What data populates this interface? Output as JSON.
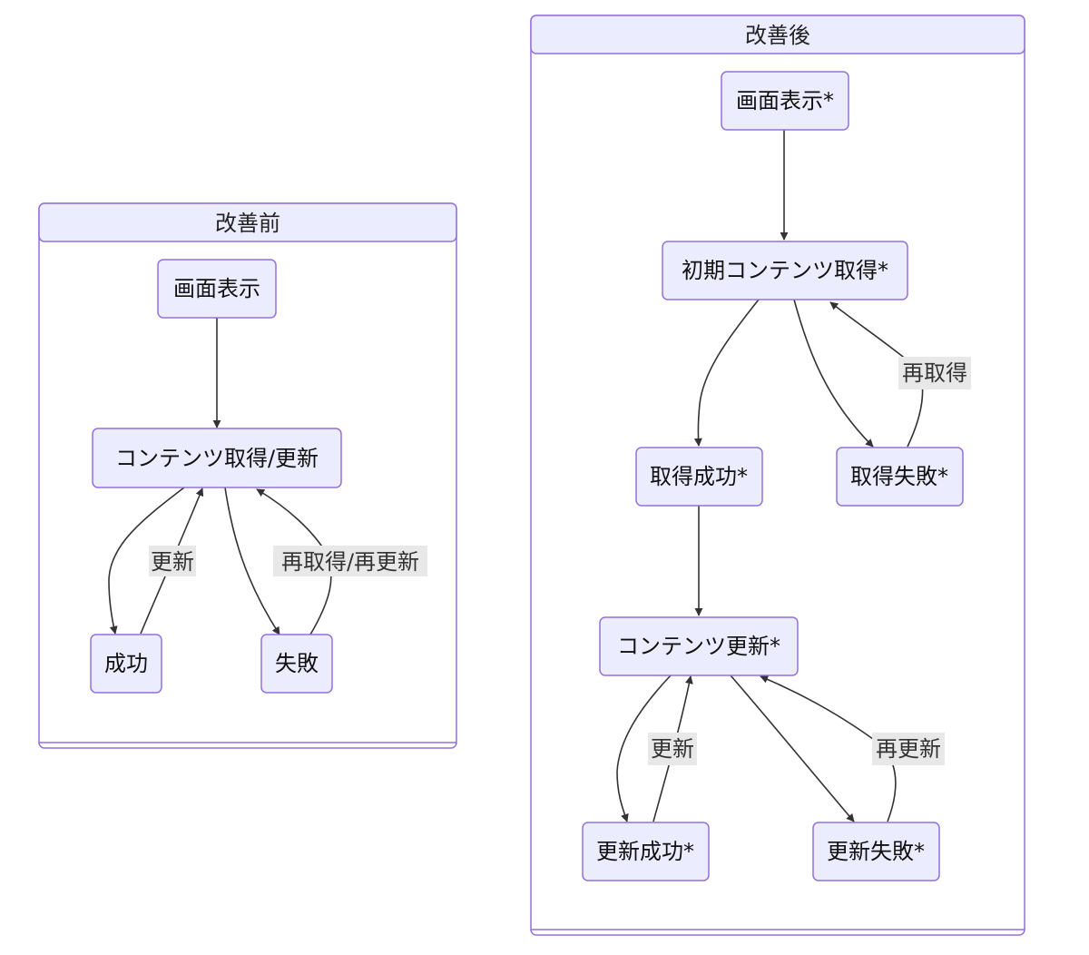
{
  "clusters": {
    "before": {
      "title": "改善前",
      "nodes": {
        "display": "画面表示",
        "fetch_update": "コンテンツ取得/更新",
        "success": "成功",
        "failure": "失敗"
      },
      "edges": {
        "update": "更新",
        "refetch_reupdate": "再取得/再更新"
      }
    },
    "after": {
      "title": "改善後",
      "nodes": {
        "display": "画面表示*",
        "initial_fetch": "初期コンテンツ取得*",
        "fetch_success": "取得成功*",
        "fetch_failure": "取得失敗*",
        "content_update": "コンテンツ更新*",
        "update_success": "更新成功*",
        "update_failure": "更新失敗*"
      },
      "edges": {
        "refetch": "再取得",
        "update": "更新",
        "reupdate": "再更新"
      }
    }
  },
  "colors": {
    "node_fill": "#ececff",
    "node_stroke": "#9370db",
    "edge": "#333333",
    "edge_label_bg": "#e8e8e8"
  }
}
